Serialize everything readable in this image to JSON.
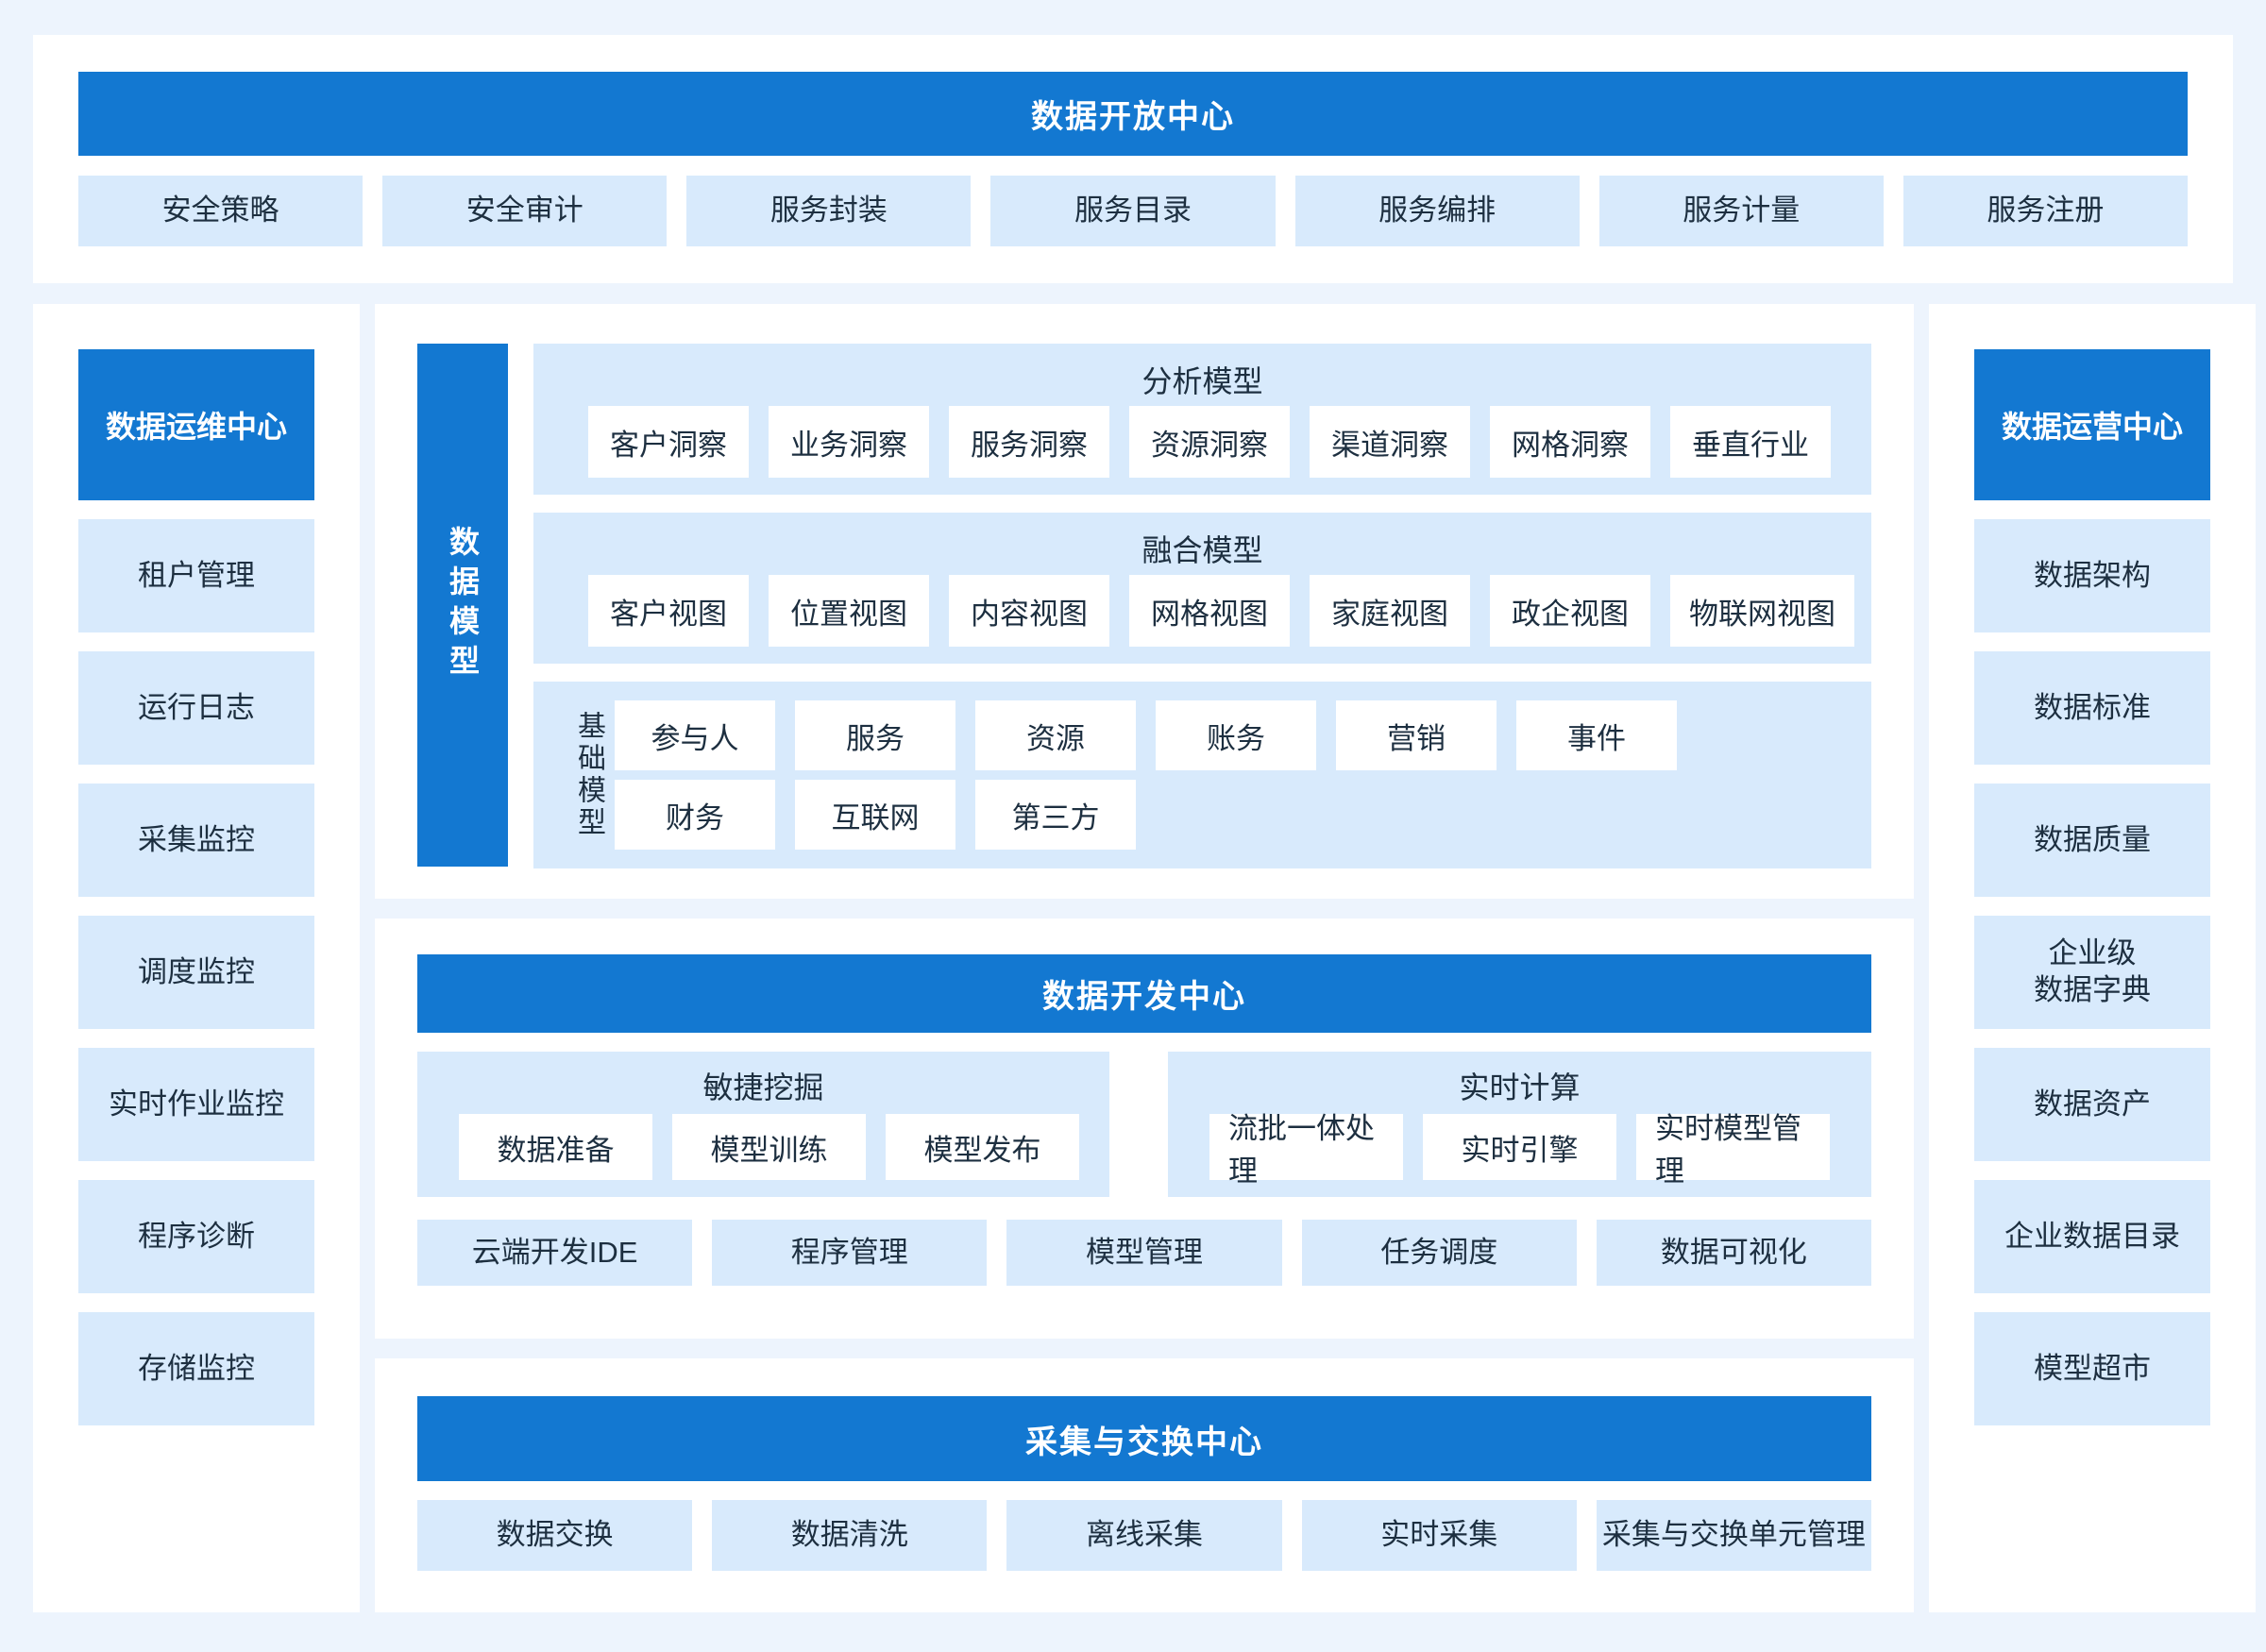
{
  "colors": {
    "page_bg": "#edf4fd",
    "card_bg": "#ffffff",
    "primary_blue": "#1378d1",
    "light_blue_box": "#d8eafc",
    "text_dark": "#1d2f40",
    "text_on_blue": "#ffffff"
  },
  "open_center": {
    "title": "数据开放中心",
    "items": [
      "安全策略",
      "安全审计",
      "服务封装",
      "服务目录",
      "服务编排",
      "服务计量",
      "服务注册"
    ]
  },
  "ops_center": {
    "title": "数据运维中心",
    "items": [
      "租户管理",
      "运行日志",
      "采集监控",
      "调度监控",
      "实时作业监控",
      "程序诊断",
      "存储监控"
    ]
  },
  "operation_center": {
    "title": "数据运营中心",
    "items": [
      "数据架构",
      "数据标准",
      "数据质量",
      "企业级\n数据字典",
      "数据资产",
      "企业数据目录",
      "模型超市"
    ]
  },
  "data_model": {
    "vertical_title": "数据模型",
    "analysis": {
      "title": "分析模型",
      "items": [
        "客户洞察",
        "业务洞察",
        "服务洞察",
        "资源洞察",
        "渠道洞察",
        "网格洞察",
        "垂直行业"
      ]
    },
    "fusion": {
      "title": "融合模型",
      "items": [
        "客户视图",
        "位置视图",
        "内容视图",
        "网格视图",
        "家庭视图",
        "政企视图",
        "物联网视图"
      ]
    },
    "base": {
      "vertical_title": "基础模型",
      "row1": [
        "参与人",
        "服务",
        "资源",
        "账务",
        "营销",
        "事件"
      ],
      "row2": [
        "财务",
        "互联网",
        "第三方"
      ]
    }
  },
  "dev_center": {
    "title": "数据开发中心",
    "agile_mining": {
      "title": "敏捷挖掘",
      "items": [
        "数据准备",
        "模型训练",
        "模型发布"
      ]
    },
    "realtime_computing": {
      "title": "实时计算",
      "items": [
        "流批一体处理",
        "实时引擎",
        "实时模型管理"
      ]
    },
    "bottom_items": [
      "云端开发IDE",
      "程序管理",
      "模型管理",
      "任务调度",
      "数据可视化"
    ]
  },
  "collection_center": {
    "title": "采集与交换中心",
    "items": [
      "数据交换",
      "数据清洗",
      "离线采集",
      "实时采集",
      "采集与交换单元管理"
    ]
  }
}
